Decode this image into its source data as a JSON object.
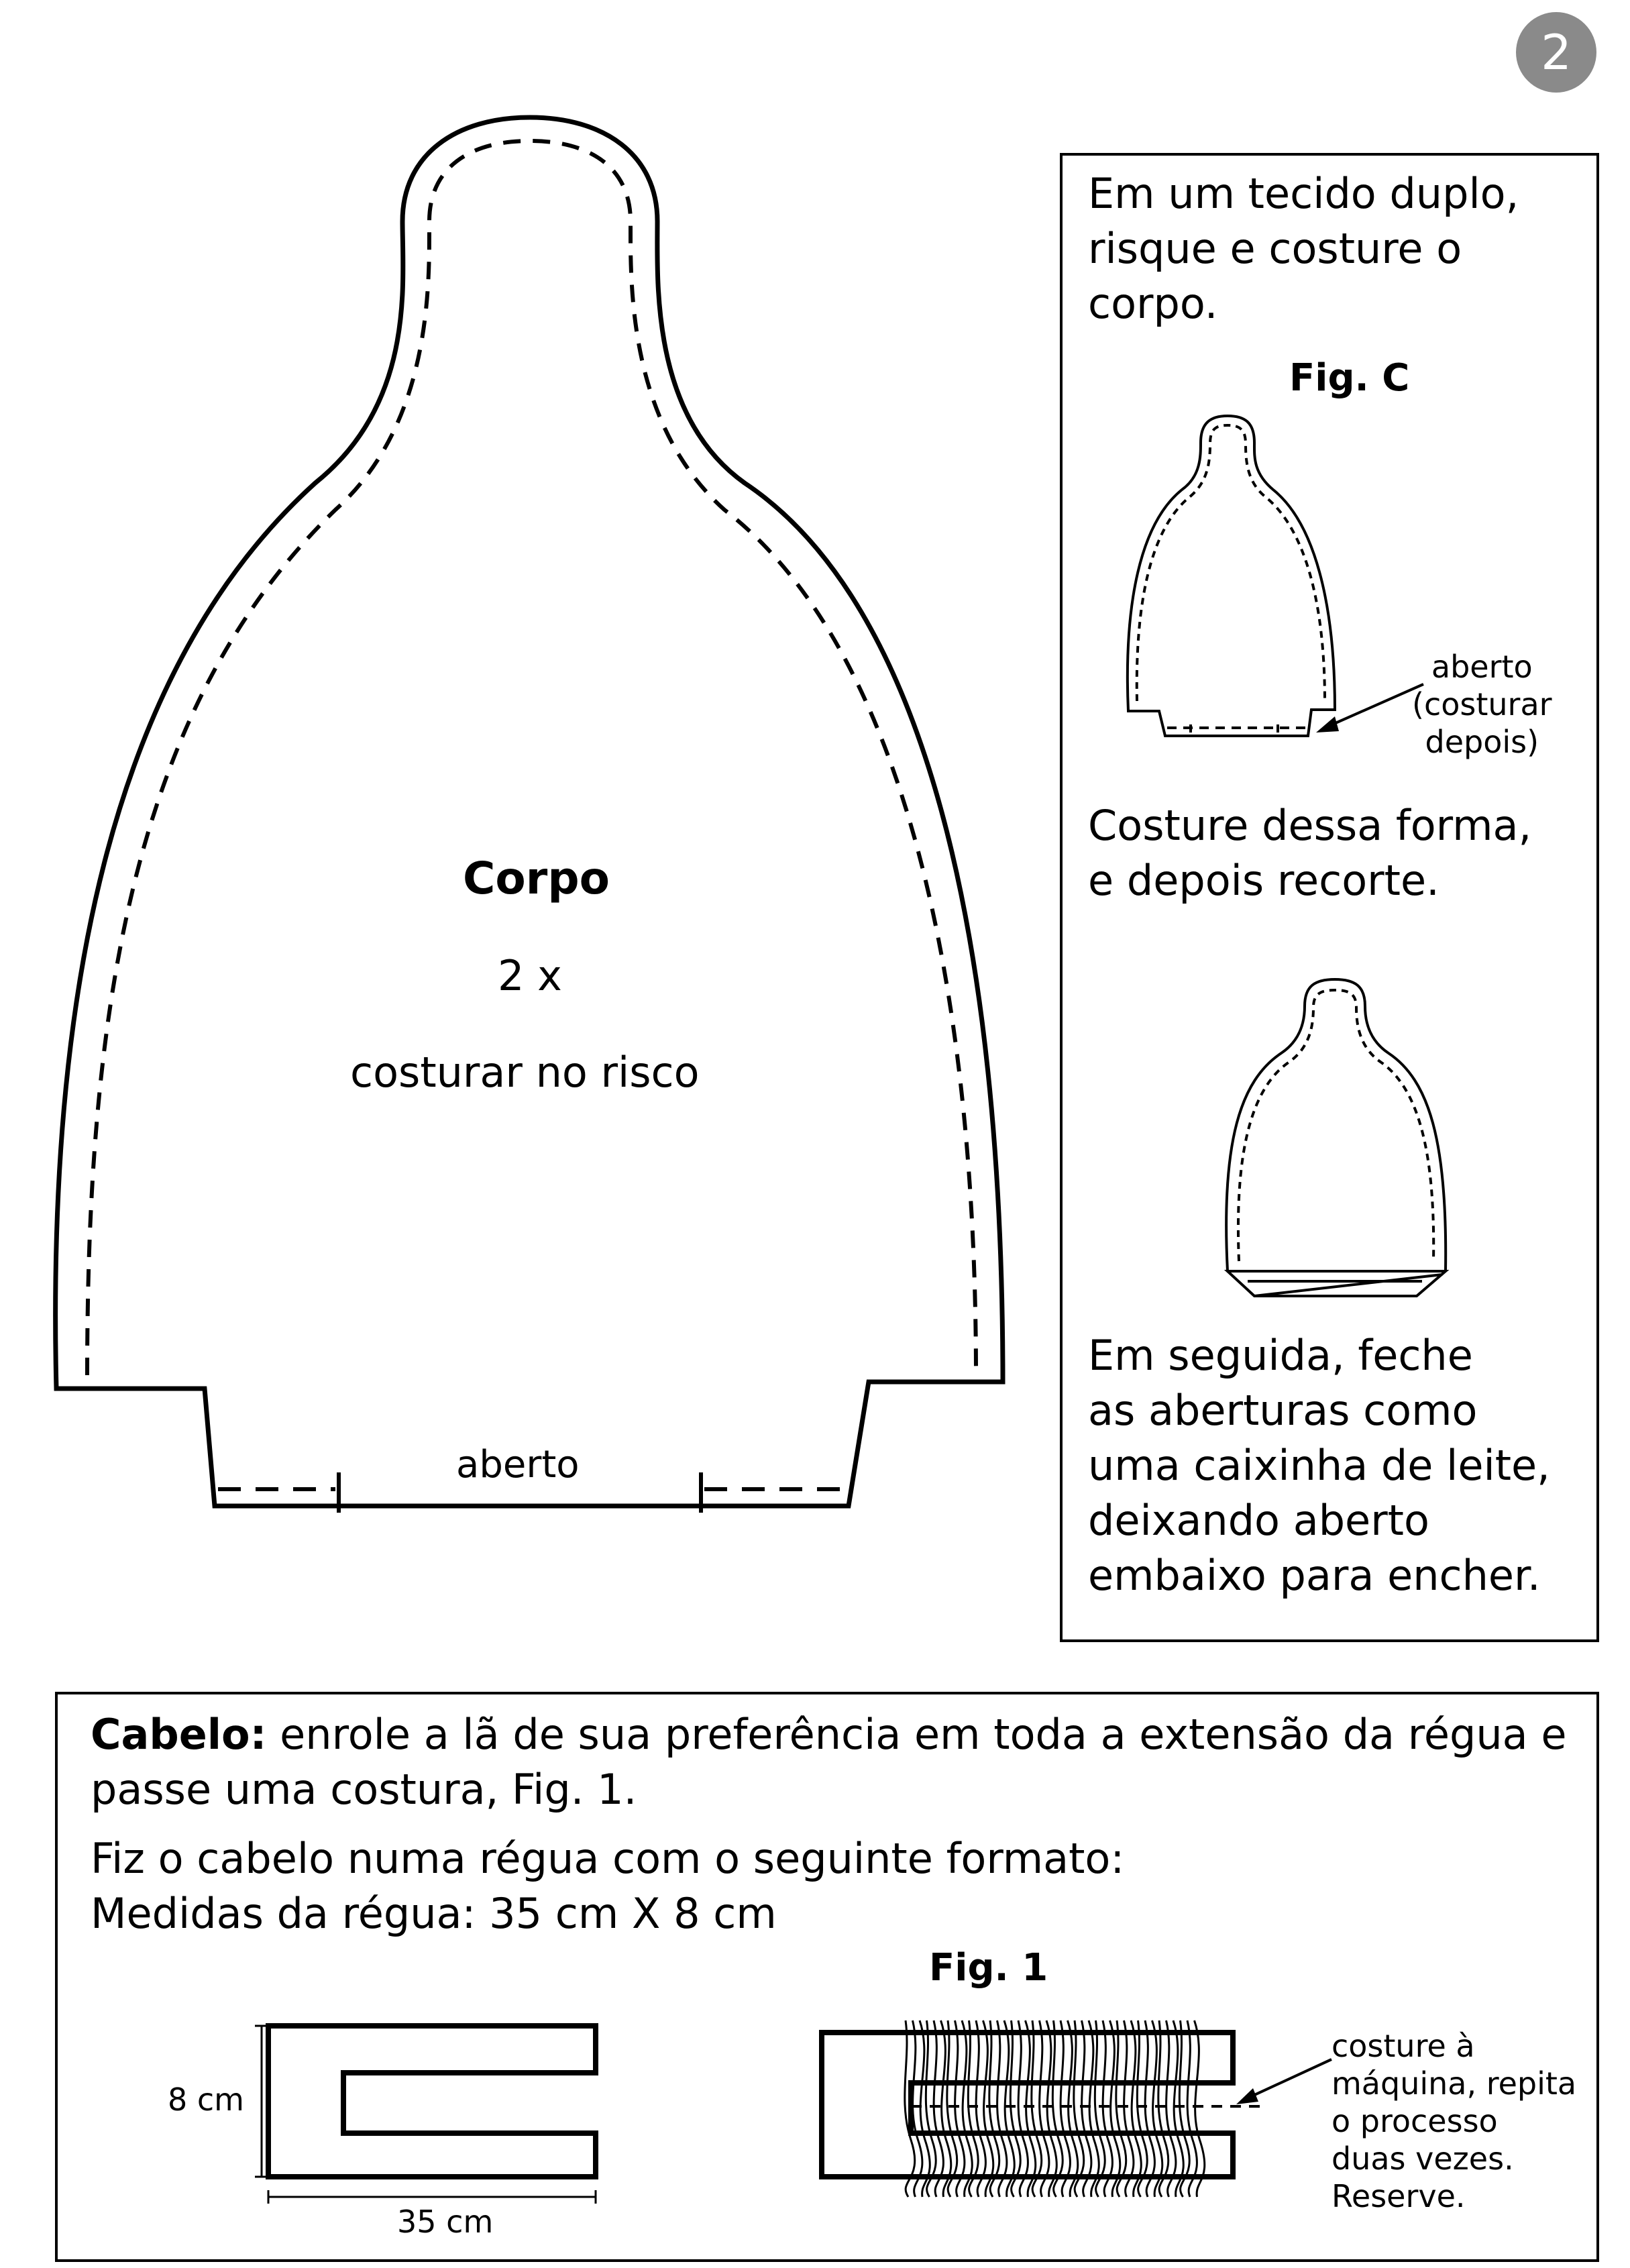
{
  "page_number": "2",
  "pattern": {
    "title": "Corpo",
    "quantity": "2 x",
    "instruction": "costurar no risco",
    "opening_label": "aberto"
  },
  "side_panel": {
    "step1": "Em um tecido duplo,\nrisque e costure o\ncorpo.",
    "fig_c_label": "Fig. C",
    "fig_c_note": "aberto\n(costurar\ndepois)",
    "step2": "Costure dessa forma,\ne depois recorte.",
    "step3": "Em seguida, feche\nas aberturas como\numa caixinha de leite,\ndeixando aberto\nembaixo para encher."
  },
  "hair_section": {
    "heading": "Cabelo:",
    "text1": " enrole a lã de sua preferência em toda a extensão da régua e\npasse uma costura, Fig. 1.",
    "text2": "Fiz o cabelo numa régua com o seguinte formato:\nMedidas da régua: 35 cm X 8 cm",
    "fig1_label": "Fig. 1",
    "ruler_height_label": "8 cm",
    "ruler_width_label": "35 cm",
    "fig1_note": "costure à\nmáquina, repita\no processo\nduas vezes.\nReserve."
  }
}
